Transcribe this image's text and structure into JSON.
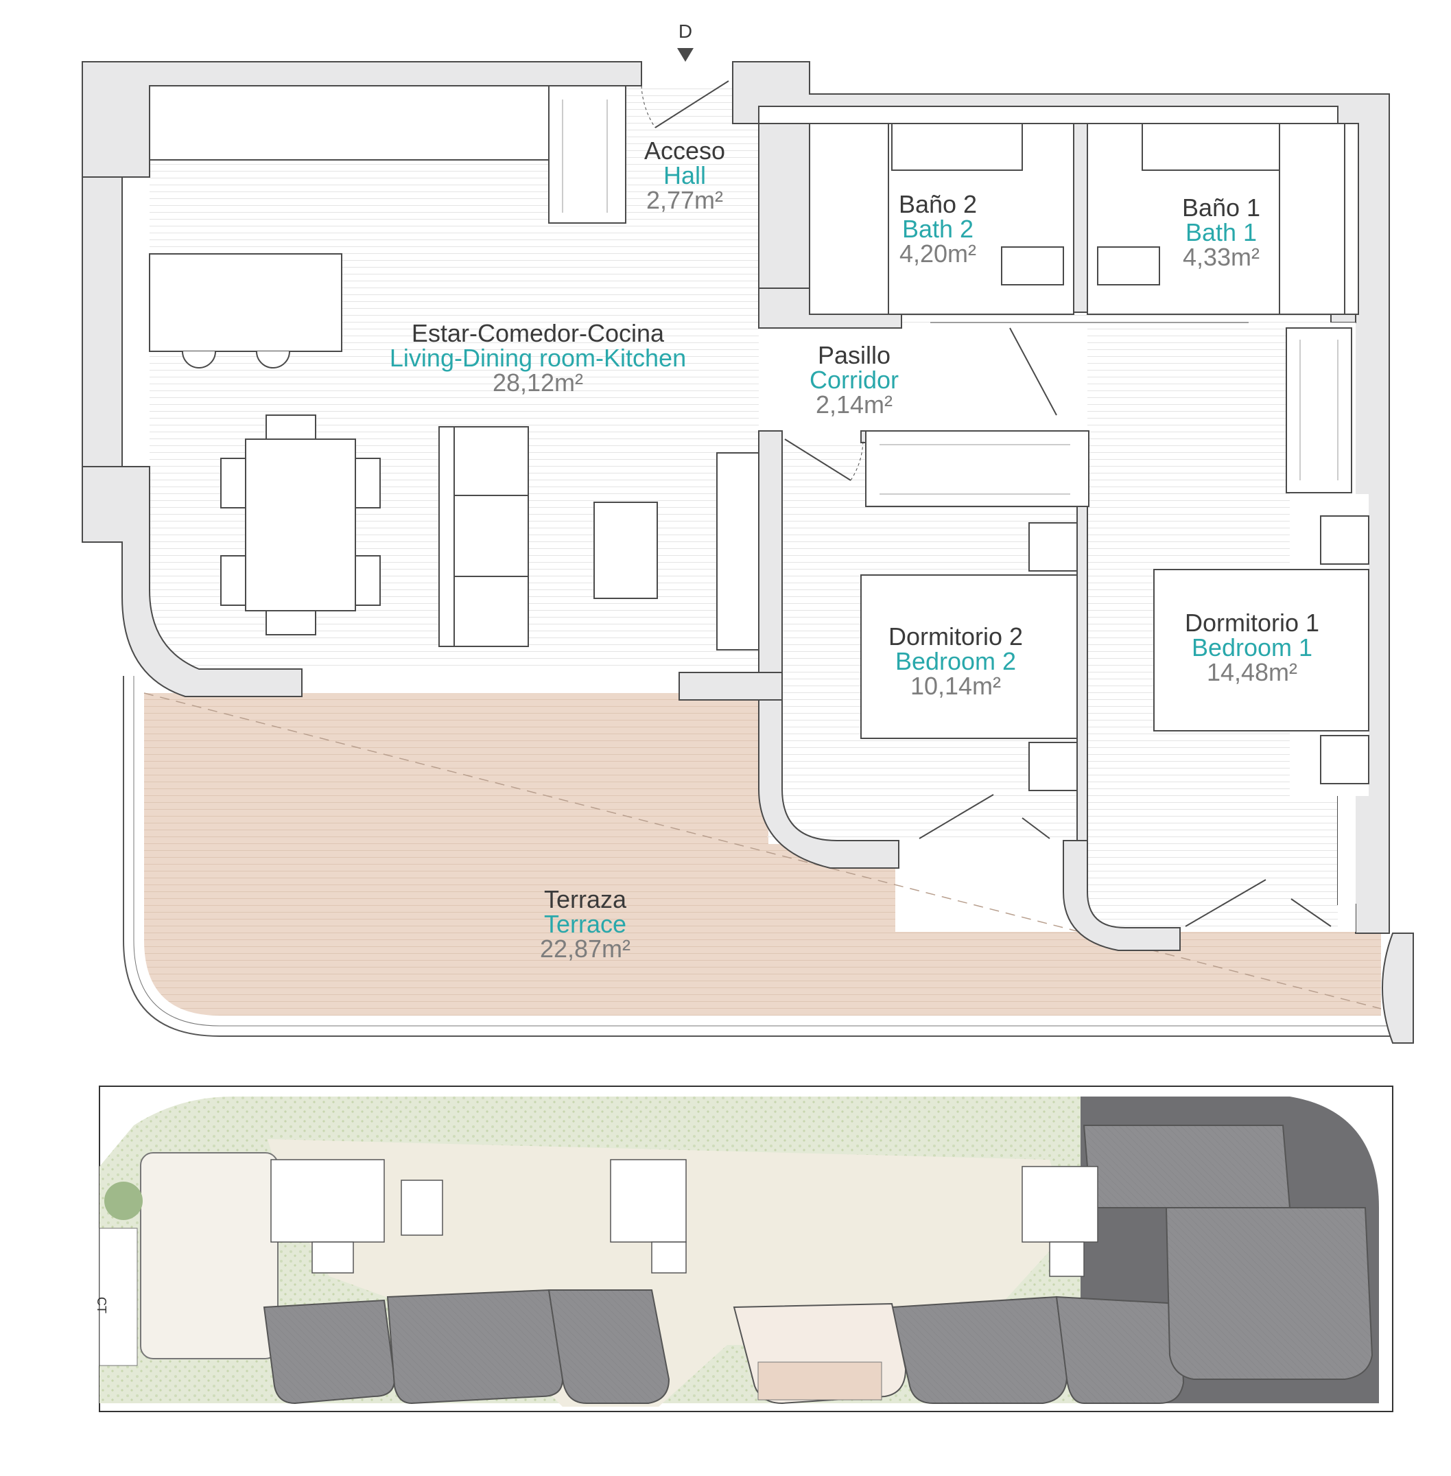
{
  "plan": {
    "entrance_marker": "D",
    "colors": {
      "wall": "#e8e8e9",
      "wall_stroke": "#4a4a4a",
      "floor_line": "#e2e2e2",
      "terrace": "#ead5c6",
      "terrace_line": "#dcc3b1",
      "english_label": "#29a8ab",
      "spanish_label": "#3a3a3a",
      "area_label": "#7d7d7d"
    },
    "rooms": {
      "hall": {
        "es": "Acceso",
        "en": "Hall",
        "area": "2,77m²"
      },
      "bath2": {
        "es": "Baño 2",
        "en": "Bath 2",
        "area": "4,20m²"
      },
      "bath1": {
        "es": "Baño 1",
        "en": "Bath 1",
        "area": "4,33m²"
      },
      "living": {
        "es": "Estar-Comedor-Cocina",
        "en": "Living-Dining room-Kitchen",
        "area": "28,12m²"
      },
      "corridor": {
        "es": "Pasillo",
        "en": "Corridor",
        "area": "2,14m²"
      },
      "bedroom2": {
        "es": "Dormitorio 2",
        "en": "Bedroom 2",
        "area": "10,14m²"
      },
      "bedroom1": {
        "es": "Dormitorio 1",
        "en": "Bedroom 1",
        "area": "14,48m²"
      },
      "terrace": {
        "es": "Terraza",
        "en": "Terrace",
        "area": "22,87m²"
      }
    }
  },
  "site_plan": {
    "side_label": "CT",
    "colors": {
      "plaza": "#f0ece0",
      "green": "#dfe6d0",
      "other_units": "#8d8d90",
      "highlight_unit": "#f4ece4"
    }
  }
}
